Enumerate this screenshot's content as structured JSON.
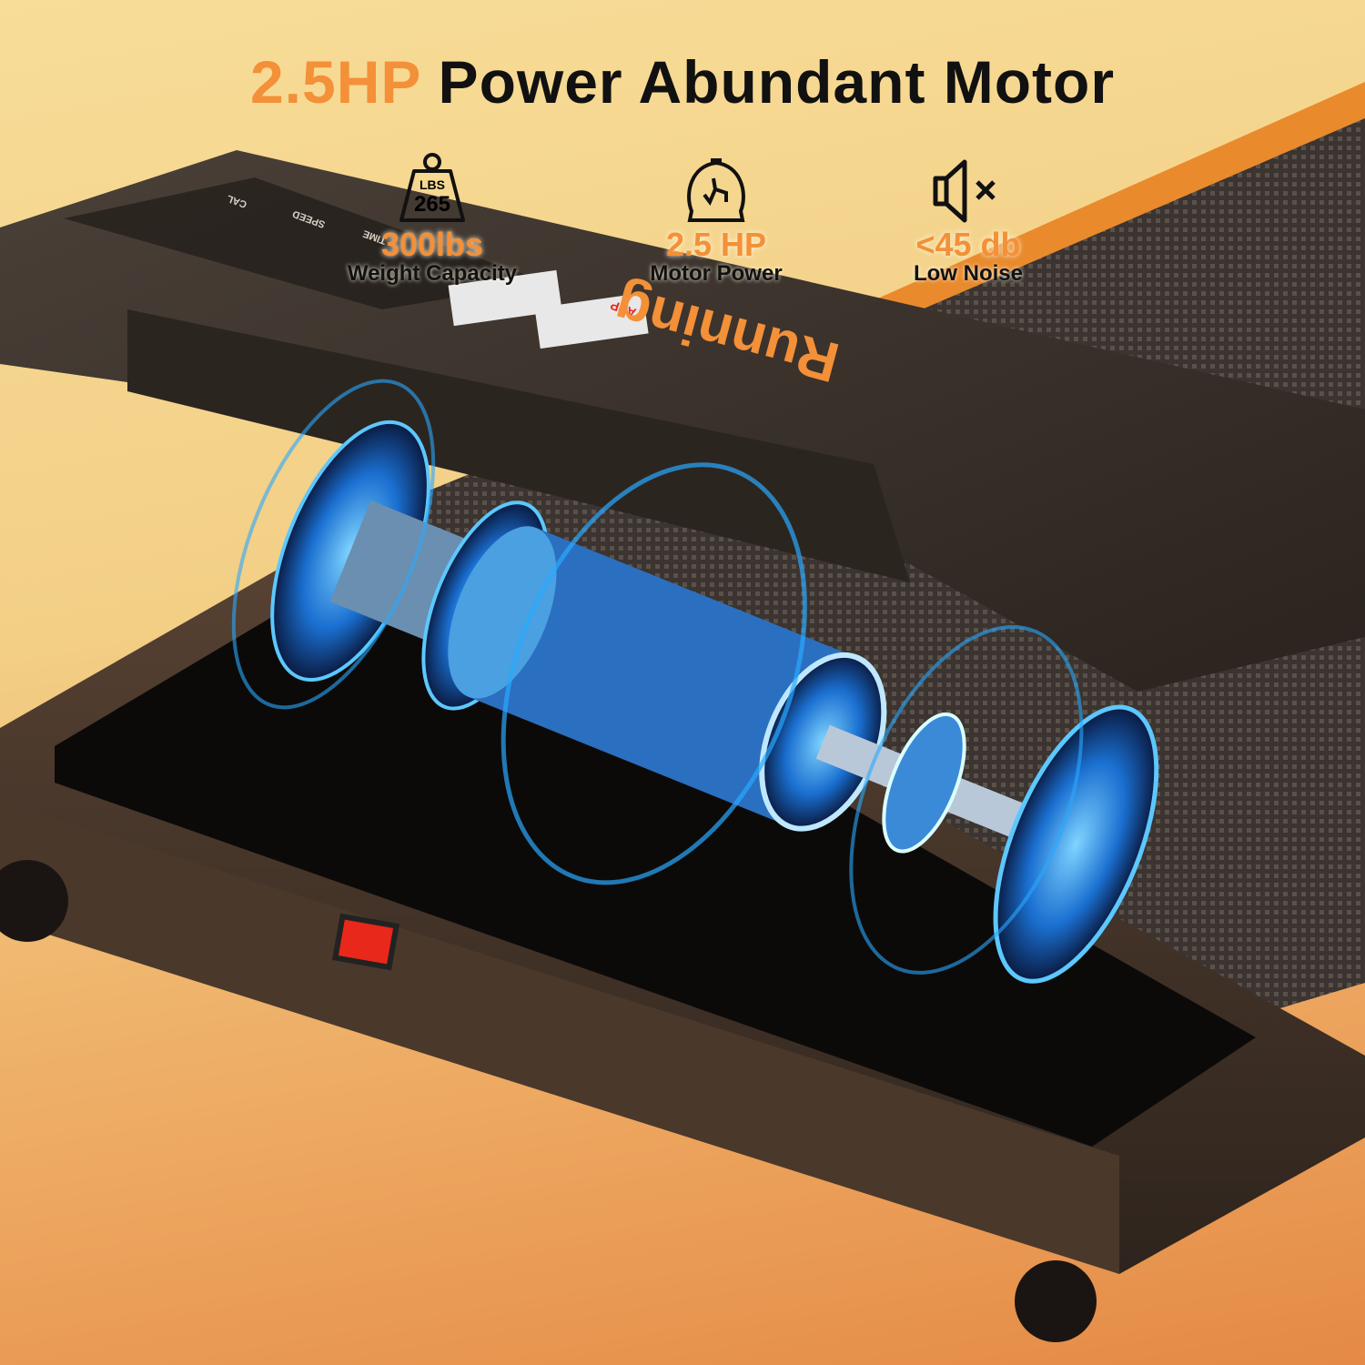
{
  "headline": {
    "accent": "2.5HP",
    "rest": "Power Abundant Motor"
  },
  "features": [
    {
      "icon": "weight-icon",
      "icon_text_top": "LBS",
      "icon_text_bottom": "265",
      "value": "300lbs",
      "label": "Weight Capacity"
    },
    {
      "icon": "motor-timer-icon",
      "value": "2.5 HP",
      "label": "Motor Power"
    },
    {
      "icon": "mute-speaker-icon",
      "value": "<45 db",
      "label": "Low Noise"
    }
  ],
  "product": {
    "logo": "Running",
    "console_labels": [
      "CAL",
      "SPEED",
      "TIME"
    ],
    "app_label": "APP"
  },
  "colors": {
    "accent": "#f39038",
    "frame": "#3a2e26",
    "motor_glow": "#2aa8ff"
  }
}
